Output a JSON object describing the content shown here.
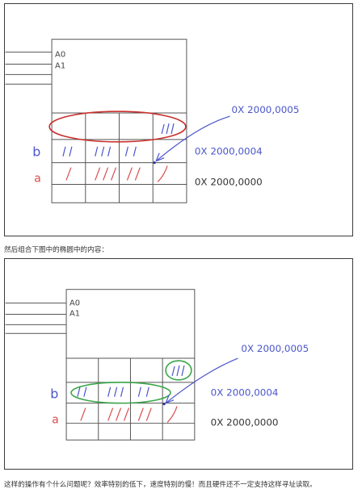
{
  "figures": [
    {
      "registers": [
        "A0",
        "A1"
      ],
      "row_labels": [
        "b",
        "a"
      ],
      "addresses": [
        "0X 2000,0005",
        "0X 2000,0004",
        "0X 2000,0000"
      ],
      "highlight": "red ellipse around top row of memory"
    },
    {
      "registers": [
        "A0",
        "A1"
      ],
      "row_labels": [
        "b",
        "a"
      ],
      "addresses": [
        "0X 2000,0005",
        "0X 2000,0004",
        "0X 2000,0000"
      ],
      "highlight": "green ellipses around b row and top-right cell"
    }
  ],
  "captions": [
    "然后组合下图中的椭圆中的内容：",
    "这样的操作有个什么问题呢？效率特别的低下，速度特别的慢！而且硬件还不一定支持这样寻址读取。"
  ],
  "colors": {
    "blue": "#4a55c8",
    "red": "#d94a4a",
    "green": "#3aa648",
    "grid": "#555555"
  }
}
